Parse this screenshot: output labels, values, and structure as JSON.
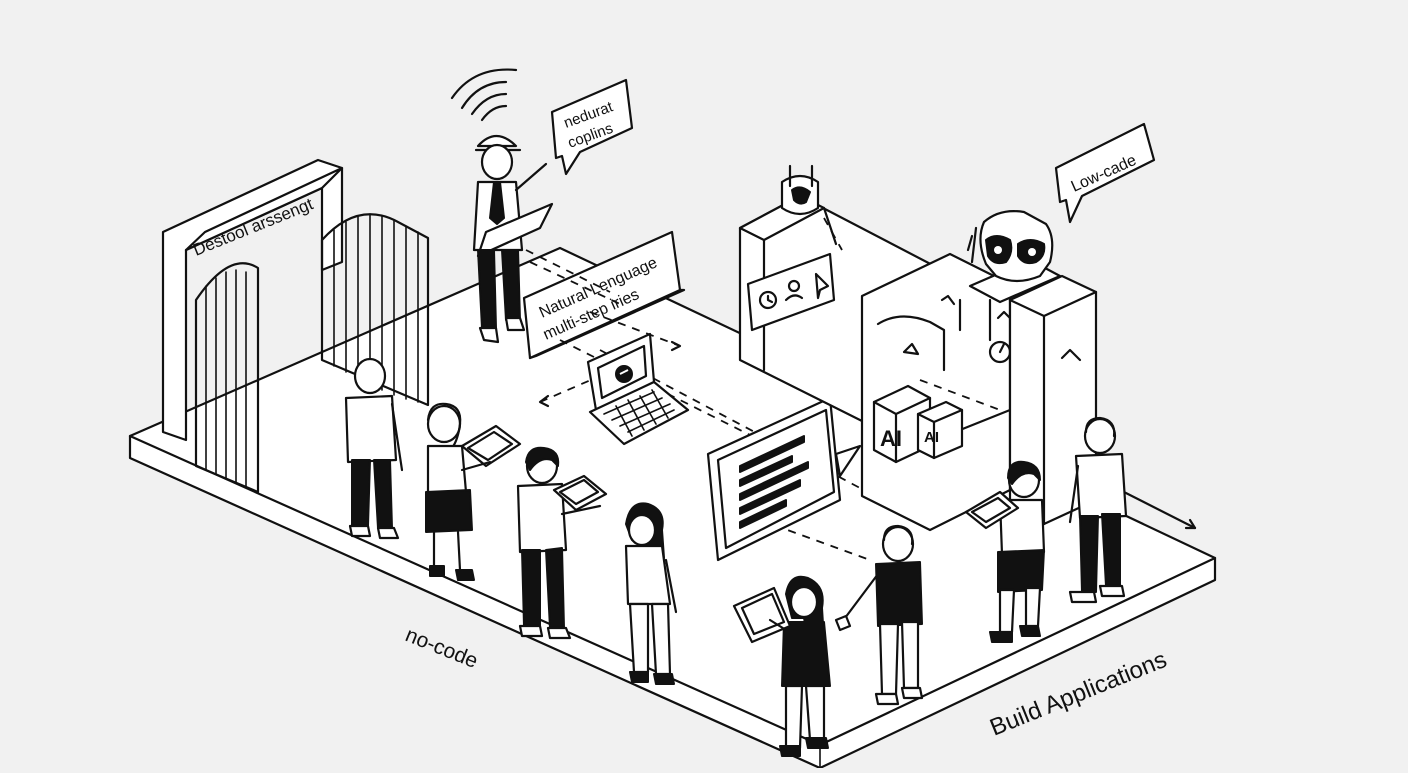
{
  "labels": {
    "gate_sign": "Destool arssengt",
    "speech_top": [
      "nedurat",
      "coplins"
    ],
    "natural_language_sign": [
      "Natural Lenguage",
      "multi-step iries"
    ],
    "low_code_bubble": "Low-cade",
    "ai_cube_large": "AI",
    "ai_cube_small": "AI",
    "platform_left": "no-code",
    "platform_right": "Build Applications"
  },
  "icons": [
    "wifi-signal-icon",
    "clock-icon",
    "user-icon",
    "cursor-icon",
    "robot-icon",
    "laptop-icon",
    "document-lines-icon",
    "gauge-icon"
  ],
  "colors": {
    "background": "#f1f1f1",
    "ink": "#111111",
    "paper": "#ffffff"
  }
}
